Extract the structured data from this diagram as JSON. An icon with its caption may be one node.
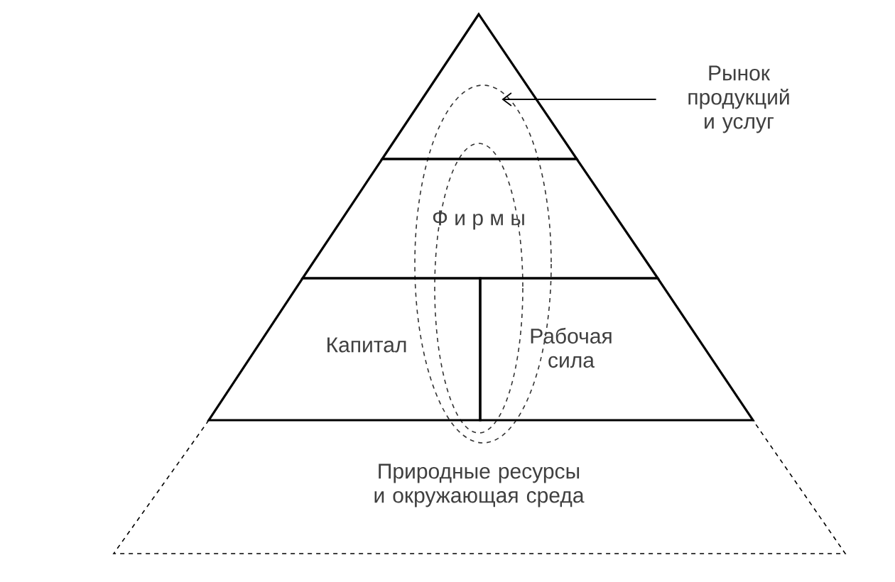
{
  "diagram": {
    "nodes": [
      {
        "text": [
          "Рынок продукций и услуг"
        ]
      },
      {
        "text": [],
        "shape": "triangle"
      },
      {
        "text": [
          "Ф и р м ы"
        ]
      },
      {
        "text": [
          "Капитал"
        ]
      },
      {
        "text": [
          "Рабочая сила"
        ]
      },
      {
        "text": [
          "Природные ресурсы и окружающая среда"
        ]
      }
    ],
    "edges": [
      {
        "from": 0,
        "to": 1,
        "arrow": "to"
      }
    ]
  }
}
